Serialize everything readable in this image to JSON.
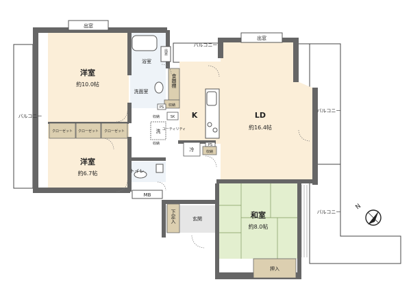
{
  "floor_plan": {
    "rooms": {
      "western_1": {
        "name": "洋室",
        "area": "約10.0帖"
      },
      "western_2": {
        "name": "洋室",
        "area": "約6.7帖"
      },
      "ld": {
        "name": "LD",
        "area": "約16.4帖"
      },
      "kitchen": {
        "name": "K"
      },
      "japanese": {
        "name": "和室",
        "area": "約8.0帖"
      },
      "bathroom": {
        "name": "浴室"
      },
      "washroom": {
        "name": "洗面室"
      },
      "toilet": {
        "name": "トイレ"
      },
      "entrance": {
        "name": "玄関"
      },
      "utility": {
        "name": "ユーティリティ"
      }
    },
    "storage": {
      "closet_1": "クローゼット",
      "closet_2": "クローゼット",
      "closet_3": "クローゼット",
      "pantry": "食器棚",
      "storage_1": "収納",
      "storage_2": "収納",
      "storage_3": "収納",
      "storage_fridge": "収納",
      "shoe_box": "下足入",
      "oshiire": "押入",
      "mb": "MB",
      "ps_1": "PS",
      "ps_2": "PS",
      "sk": "SK",
      "fridge": "冷",
      "washer": "洗"
    },
    "windows": {
      "bay_1": "出窓",
      "bay_2": "出窓",
      "bay_3": "出窓"
    },
    "balconies": {
      "west": "バルコニー",
      "north": "バルコニー",
      "east": "バルコニー",
      "southeast": "バルコニー"
    },
    "compass": "N"
  }
}
